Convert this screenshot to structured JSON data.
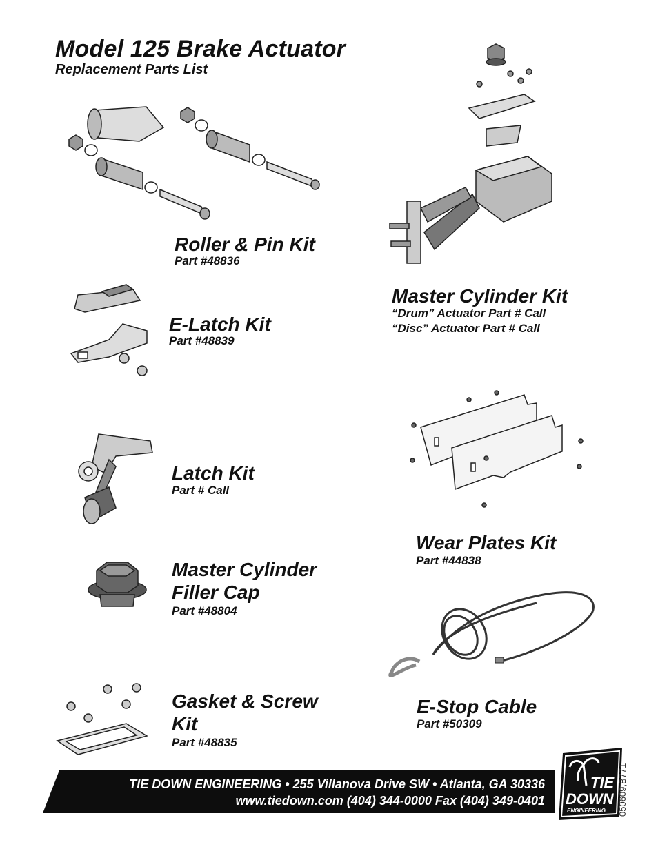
{
  "header": {
    "title": "Model 125 Brake Actuator",
    "subtitle": "Replacement Parts List"
  },
  "kits": {
    "roller_pin": {
      "name": "Roller & Pin Kit",
      "part": "Part #48836"
    },
    "master_cylinder": {
      "name": "Master Cylinder Kit",
      "drum": "“Drum” Actuator Part # Call",
      "disc": "“Disc” Actuator Part # Call"
    },
    "e_latch": {
      "name": "E-Latch Kit",
      "part": "Part #48839"
    },
    "latch": {
      "name": "Latch Kit",
      "part": "Part # Call"
    },
    "wear_plates": {
      "name": "Wear Plates Kit",
      "part": "Part #44838"
    },
    "filler_cap": {
      "name_line1": "Master Cylinder",
      "name_line2": "Filler Cap",
      "part": "Part #48804"
    },
    "gasket_screw": {
      "name_line1": "Gasket & Screw",
      "name_line2": "Kit",
      "part": "Part #48835"
    },
    "e_stop": {
      "name": "E-Stop Cable",
      "part": "Part #50309"
    }
  },
  "footer": {
    "line1": "TIE DOWN ENGINEERING • 255 Villanova Drive SW • Atlanta, GA 30336",
    "line2": "www.tiedown.com  (404) 344-0000  Fax (404) 349-0401",
    "logo_line1": "TIE",
    "logo_line2": "DOWN",
    "logo_line3": "ENGINEERING",
    "doc_code": "050609,B771"
  }
}
